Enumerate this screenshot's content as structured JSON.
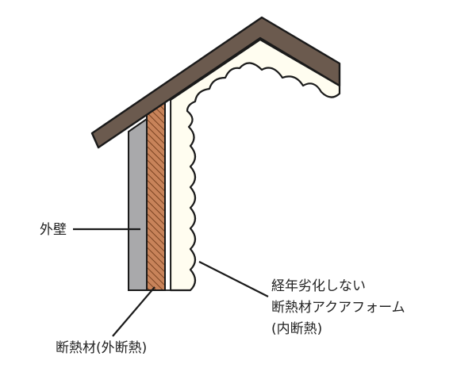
{
  "labels": {
    "outer_wall": "外壁",
    "outer_insulation": "断熱材(外断熱)",
    "inner_insulation_line1": "経年劣化しない",
    "inner_insulation_line2": "断熱材アクアフォーム",
    "inner_insulation_line3": "(内断熱)"
  },
  "colors": {
    "roof": "#6b5a4e",
    "outer_wall": "#a9a9ab",
    "outer_insulation": "#c8835a",
    "foam": "#fffdf0",
    "stroke": "#1a1a1a"
  }
}
